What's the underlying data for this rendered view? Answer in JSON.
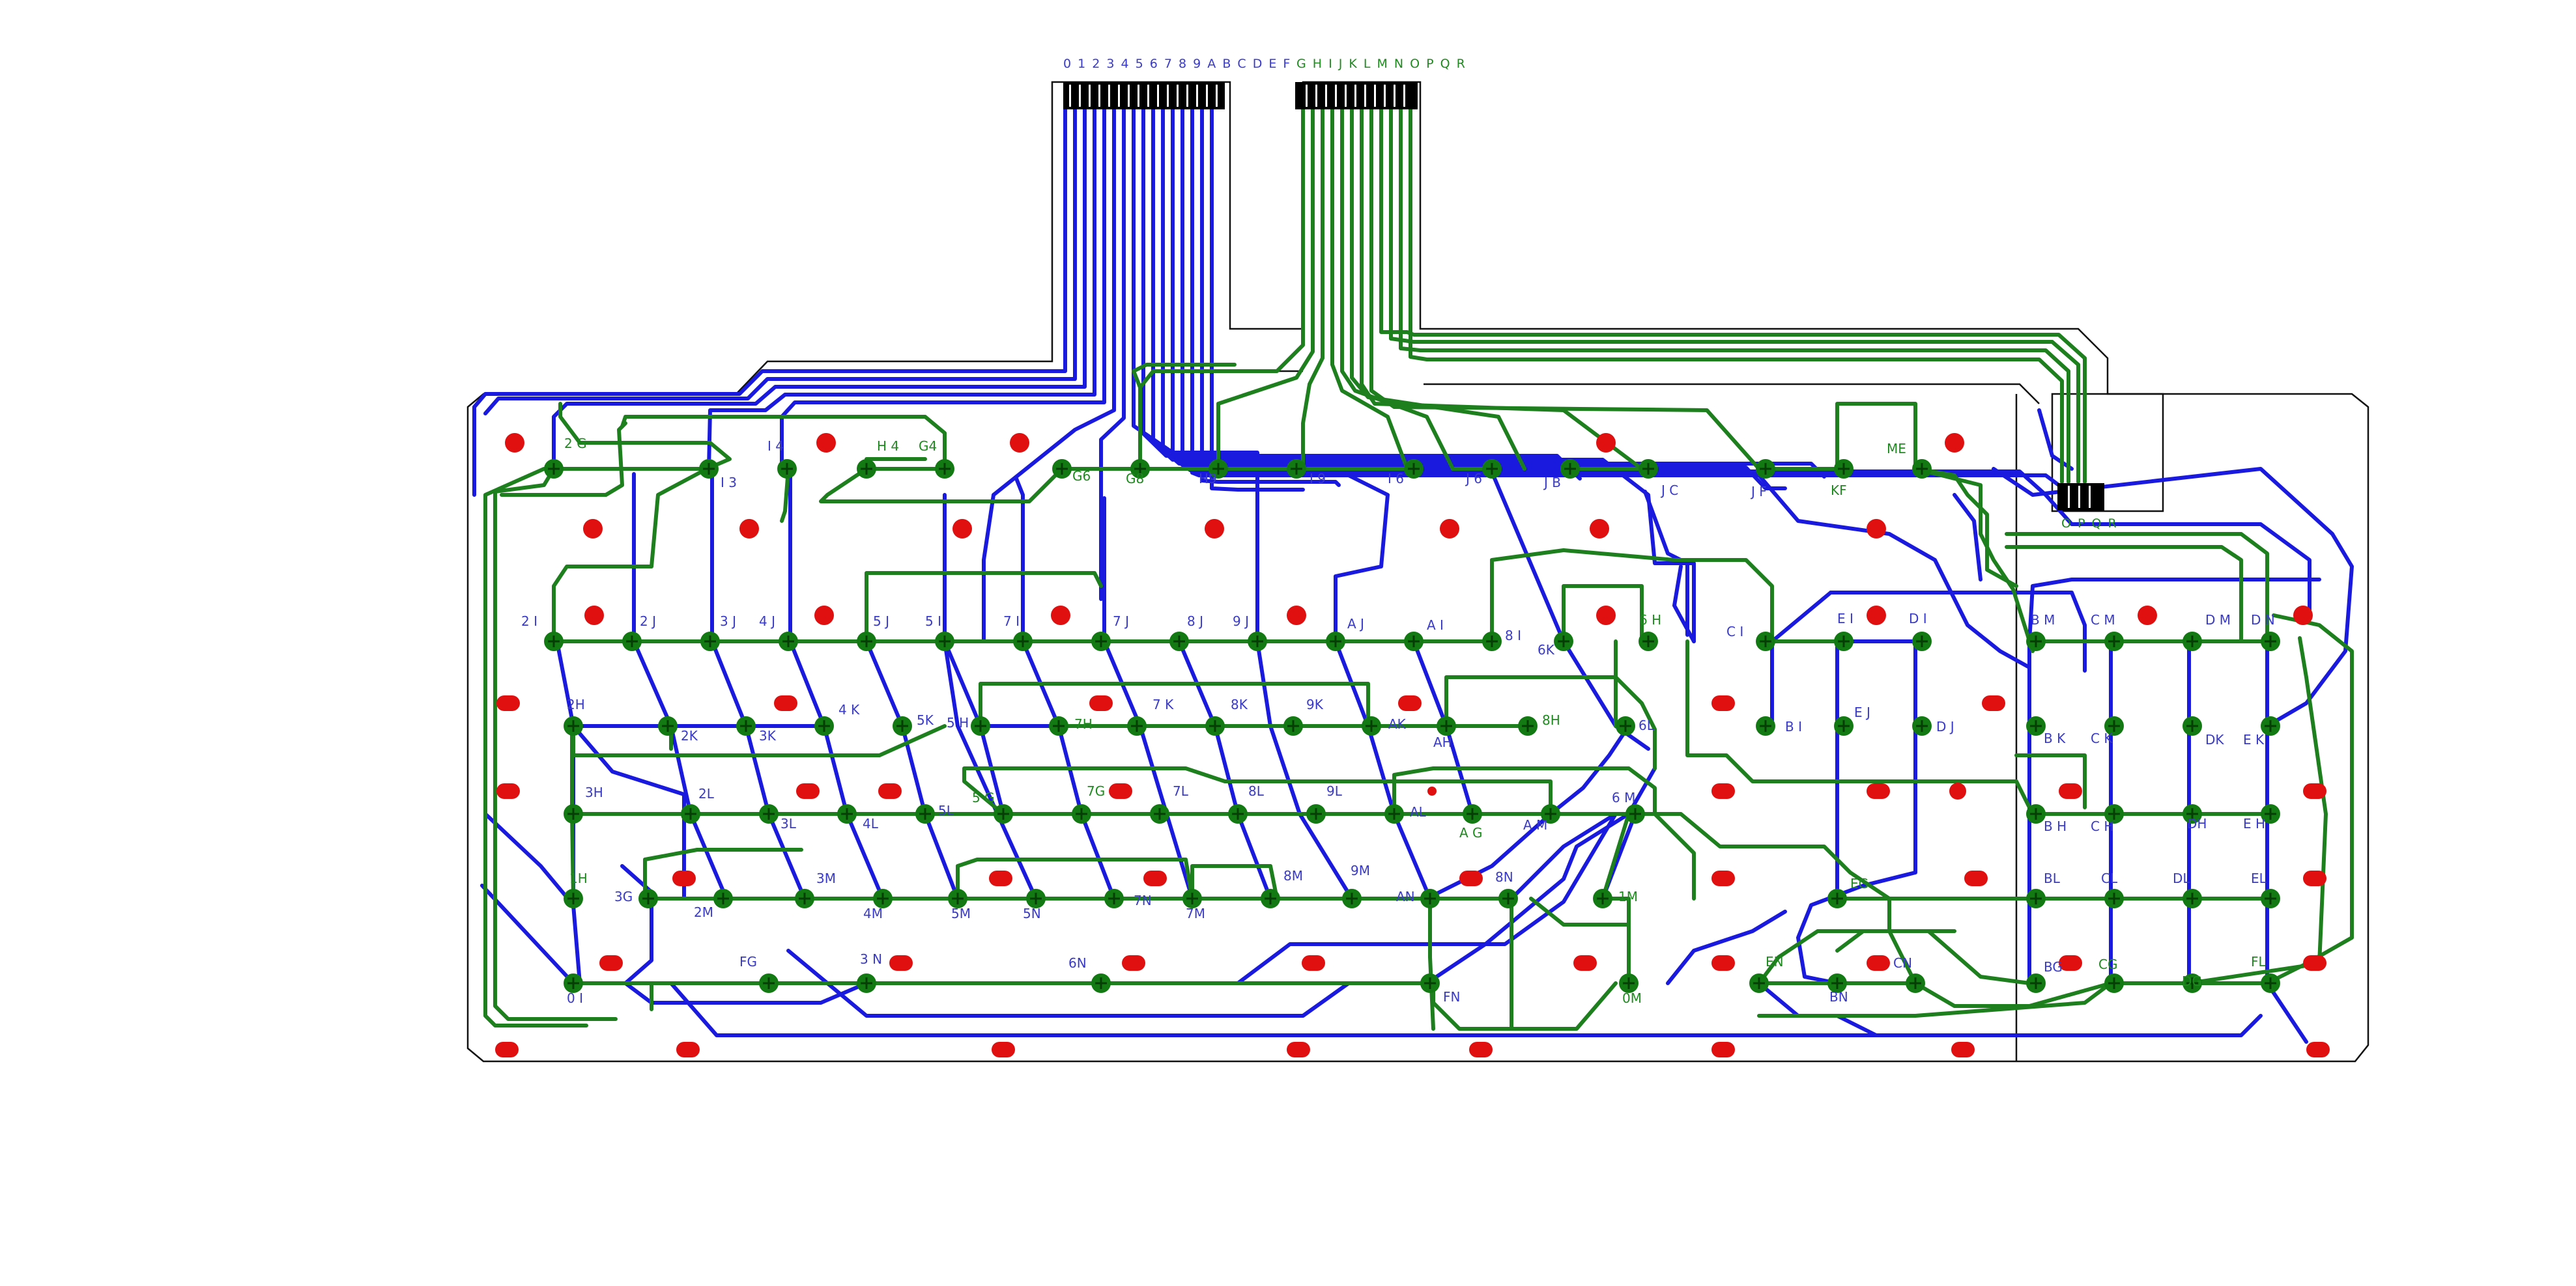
{
  "colors": {
    "background": "#ffffff",
    "outline": "#111111",
    "trace_blue": "#1a1adf",
    "trace_green": "#1e7f1e",
    "pad_green": "#137a13",
    "pad_red": "#e01010",
    "connector_pin": "#000000",
    "label_blue": "#3a3ac8",
    "label_green": "#1f8a1f"
  },
  "connectors": {
    "blue_pins": "0 1 2 3 4 5 6 7 8 9 A B C D E F",
    "green_pins": "G H I J K L M N O P Q R",
    "side_pins": "O P Q R"
  },
  "keys": [
    {
      "label": "2 G"
    },
    {
      "label": "I 3"
    },
    {
      "label": "I 4"
    },
    {
      "label": "H 4"
    },
    {
      "label": "G4"
    },
    {
      "label": "G6"
    },
    {
      "label": "G8"
    },
    {
      "label": "H9"
    },
    {
      "label": "I 9"
    },
    {
      "label": "I 6"
    },
    {
      "label": "J 6"
    },
    {
      "label": "J B"
    },
    {
      "label": "J C"
    },
    {
      "label": "J F"
    },
    {
      "label": "KF"
    },
    {
      "label": "ME"
    },
    {
      "label": "2 I"
    },
    {
      "label": "2 J"
    },
    {
      "label": "3 J"
    },
    {
      "label": "4 J"
    },
    {
      "label": "5 J"
    },
    {
      "label": "5 I"
    },
    {
      "label": "7 I"
    },
    {
      "label": "7 J"
    },
    {
      "label": "8 J"
    },
    {
      "label": "9 J"
    },
    {
      "label": "A J"
    },
    {
      "label": "A I"
    },
    {
      "label": "8 I"
    },
    {
      "label": "6K"
    },
    {
      "label": "6 H"
    },
    {
      "label": "C I"
    },
    {
      "label": "E I"
    },
    {
      "label": "D I"
    },
    {
      "label": "B M"
    },
    {
      "label": "C M"
    },
    {
      "label": "D M"
    },
    {
      "label": "D N"
    },
    {
      "label": "2H"
    },
    {
      "label": "2K"
    },
    {
      "label": "3K"
    },
    {
      "label": "4 K"
    },
    {
      "label": "5K"
    },
    {
      "label": "5 H"
    },
    {
      "label": "7H"
    },
    {
      "label": "7 K"
    },
    {
      "label": "8K"
    },
    {
      "label": "9K"
    },
    {
      "label": "AK"
    },
    {
      "label": "AH"
    },
    {
      "label": "8H"
    },
    {
      "label": "6L"
    },
    {
      "label": "B I"
    },
    {
      "label": "E J"
    },
    {
      "label": "D J"
    },
    {
      "label": "B K"
    },
    {
      "label": "C K"
    },
    {
      "label": "DK"
    },
    {
      "label": "E K"
    },
    {
      "label": "3H"
    },
    {
      "label": "2L"
    },
    {
      "label": "3L"
    },
    {
      "label": "4L"
    },
    {
      "label": "5L"
    },
    {
      "label": "5 G"
    },
    {
      "label": "7G"
    },
    {
      "label": "7L"
    },
    {
      "label": "8L"
    },
    {
      "label": "9L"
    },
    {
      "label": "AL"
    },
    {
      "label": "A G"
    },
    {
      "label": "A M"
    },
    {
      "label": "6 M"
    },
    {
      "label": "B H"
    },
    {
      "label": "C H"
    },
    {
      "label": "DH"
    },
    {
      "label": "E H"
    },
    {
      "label": "1H"
    },
    {
      "label": "3G"
    },
    {
      "label": "2M"
    },
    {
      "label": "3M"
    },
    {
      "label": "4M"
    },
    {
      "label": "5M"
    },
    {
      "label": "5N"
    },
    {
      "label": "7N"
    },
    {
      "label": "7M"
    },
    {
      "label": "8M"
    },
    {
      "label": "9M"
    },
    {
      "label": "AN"
    },
    {
      "label": "8N"
    },
    {
      "label": "1M"
    },
    {
      "label": "EG"
    },
    {
      "label": "BL"
    },
    {
      "label": "CL"
    },
    {
      "label": "DL"
    },
    {
      "label": "EL"
    },
    {
      "label": "0 I"
    },
    {
      "label": "FG"
    },
    {
      "label": "3 N"
    },
    {
      "label": "6N"
    },
    {
      "label": "FN"
    },
    {
      "label": "0M"
    },
    {
      "label": "EN"
    },
    {
      "label": "BN"
    },
    {
      "label": "CN"
    },
    {
      "label": "BG"
    },
    {
      "label": "CG"
    },
    {
      "label": "DG"
    },
    {
      "label": "FL"
    }
  ]
}
